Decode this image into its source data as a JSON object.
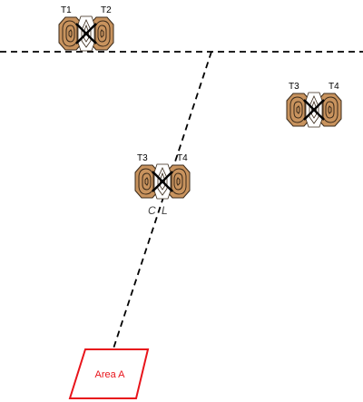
{
  "colors": {
    "target_fill": "#c8935e",
    "target_stroke": "#3a2a1a",
    "area_stroke": "#e8141b",
    "line": "#000000"
  },
  "target_groups": [
    {
      "id": "top",
      "left_label": "T1",
      "right_label": "T2"
    },
    {
      "id": "right",
      "left_label": "T3",
      "right_label": "T4"
    },
    {
      "id": "center",
      "left_label": "T3",
      "right_label": "T4"
    }
  ],
  "center_caption_left": "C",
  "center_caption_right": "L",
  "area": {
    "label": "Area A"
  }
}
